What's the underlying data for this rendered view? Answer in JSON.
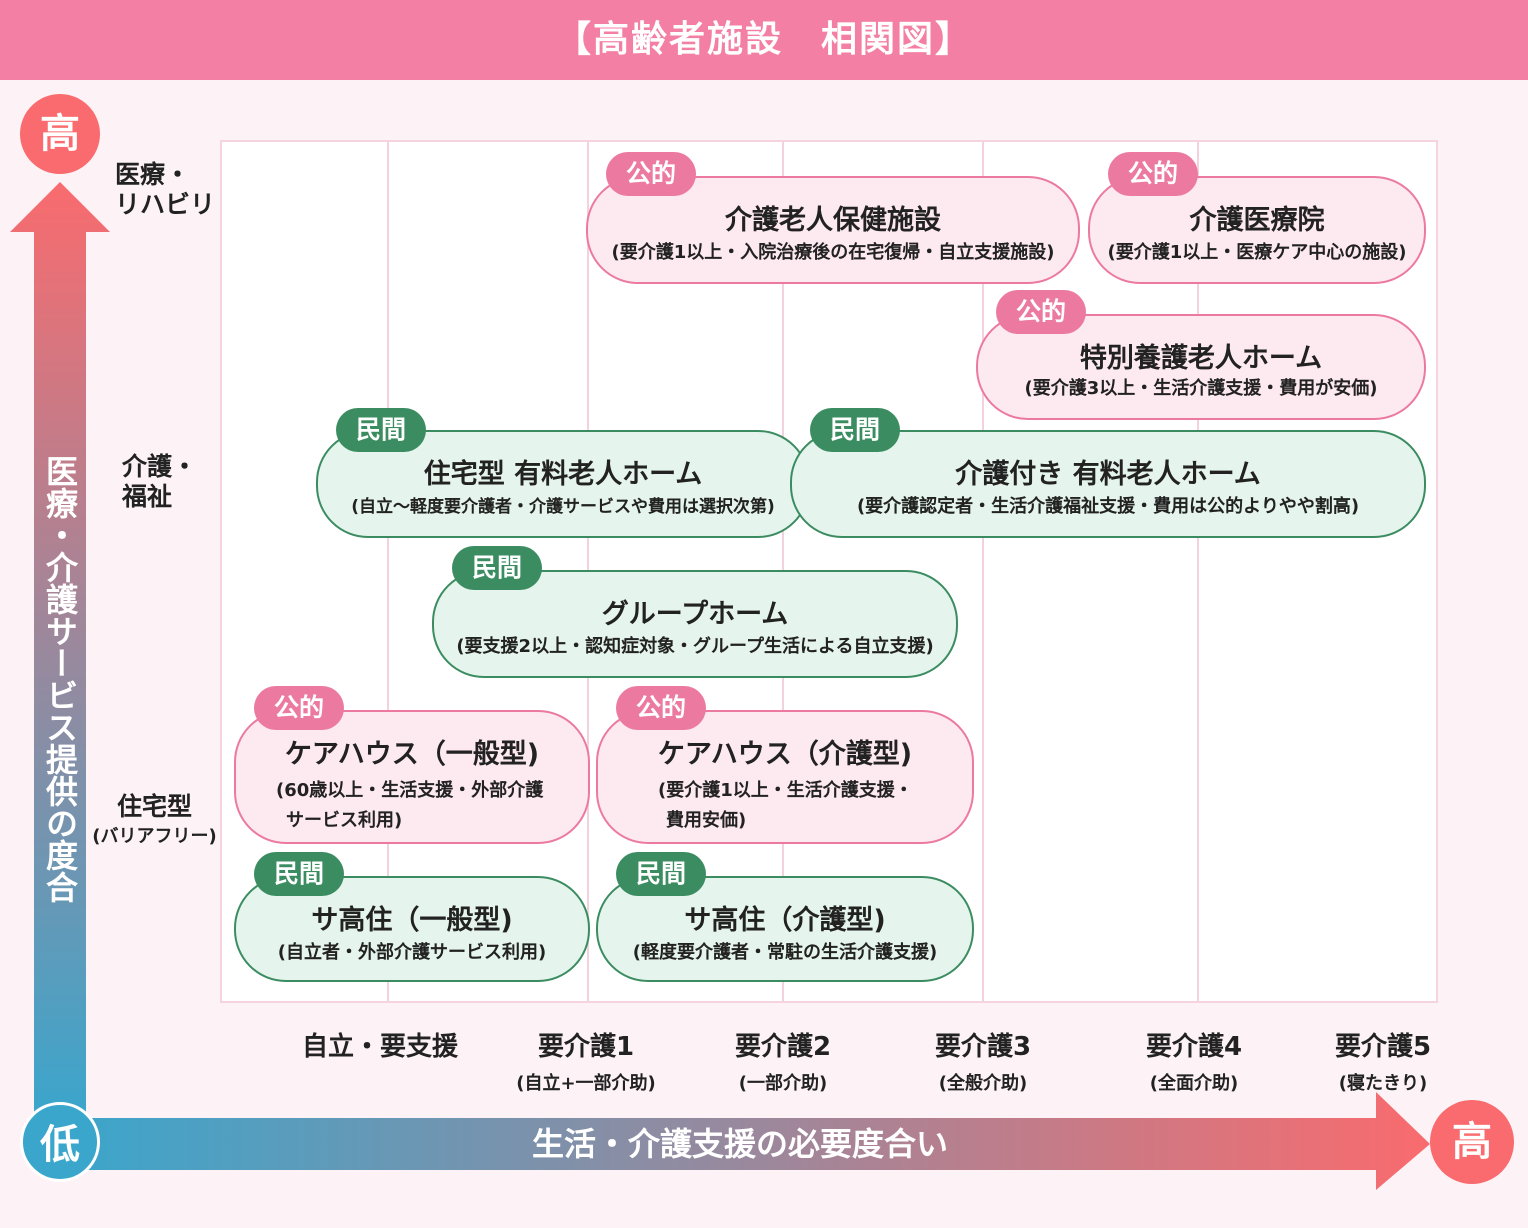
{
  "title": "【高齢者施設　相関図】",
  "y_axis": {
    "label": "医療・介護サービス提供の度合",
    "high": "高",
    "low": "低"
  },
  "x_axis": {
    "label": "生活・介護支援の必要度合い",
    "high": "高"
  },
  "rows": {
    "medical": {
      "line1": "医療・",
      "line2": "リハビリ"
    },
    "care": {
      "line1": "介護・",
      "line2": "福祉"
    },
    "housing": {
      "line1": "住宅型",
      "sub": "(バリアフリー)"
    }
  },
  "x_labels": [
    {
      "main": "自立・要支援",
      "sub": ""
    },
    {
      "main": "要介護1",
      "sub": "(自立+一部介助)"
    },
    {
      "main": "要介護2",
      "sub": "(一部介助)"
    },
    {
      "main": "要介護3",
      "sub": "(全般介助)"
    },
    {
      "main": "要介護4",
      "sub": "(全面介助)"
    },
    {
      "main": "要介護5",
      "sub": "(寝たきり)"
    }
  ],
  "badges": {
    "public": "公的",
    "private": "民間"
  },
  "facilities": [
    {
      "title": "介護老人保健施設",
      "desc": "(要介護1以上・入院治療後の在宅復帰・自立支援施設)"
    },
    {
      "title": "介護医療院",
      "desc": "(要介護1以上・医療ケア中心の施設)"
    },
    {
      "title": "特別養護老人ホーム",
      "desc": "(要介護3以上・生活介護支援・費用が安価)"
    },
    {
      "title": "住宅型 有料老人ホーム",
      "desc": "(自立～軽度要介護者・介護サービスや費用は選択次第)"
    },
    {
      "title": "介護付き 有料老人ホーム",
      "desc": "(要介護認定者・生活介護福祉支援・費用は公的よりやや割高)"
    },
    {
      "title": "グループホーム",
      "desc": "(要支援2以上・認知症対象・グループ生活による自立支援)"
    },
    {
      "title": "ケアハウス（一般型)",
      "desc1": "(60歳以上・生活支援・外部介護",
      "desc2": "サービス利用)"
    },
    {
      "title": "ケアハウス（介護型)",
      "desc1": "(要介護1以上・生活介護支援・",
      "desc2": "費用安価)"
    },
    {
      "title": "サ高住（一般型)",
      "desc": "(自立者・外部介護サービス利用)"
    },
    {
      "title": "サ高住（介護型)",
      "desc": "(軽度要介護者・常駐の生活介護支援)"
    }
  ],
  "colors": {
    "header": "#f47fa5",
    "public": "#ec7aa0",
    "private": "#3b8d61",
    "arrow_low": "#3aa6cc",
    "arrow_high": "#f96b6e"
  }
}
